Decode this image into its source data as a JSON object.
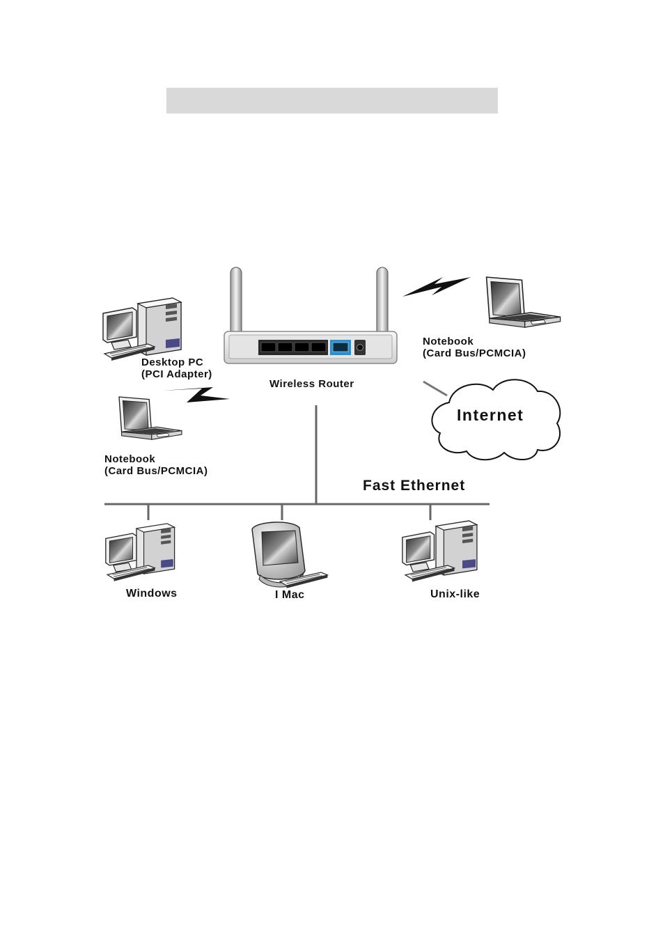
{
  "labels": {
    "desktop_pc": "Desktop PC",
    "desktop_pc_sub": "(PCI Adapter)",
    "router": "Wireless  Router",
    "notebook_right": "Notebook",
    "notebook_right_sub": "(Card Bus/PCMCIA)",
    "notebook_left": "Notebook",
    "notebook_left_sub": "(Card Bus/PCMCIA)",
    "internet": "Internet",
    "fast_ethernet": "Fast Ethernet",
    "windows": "Windows",
    "imac": "I Mac",
    "unix": "Unix-like"
  },
  "colors": {
    "line": "#666666",
    "port_highlight": "#2a8fd0",
    "device_body": "#f2f2f2",
    "screen_dark": "#555555",
    "title_bar": "#d9d9d9"
  }
}
